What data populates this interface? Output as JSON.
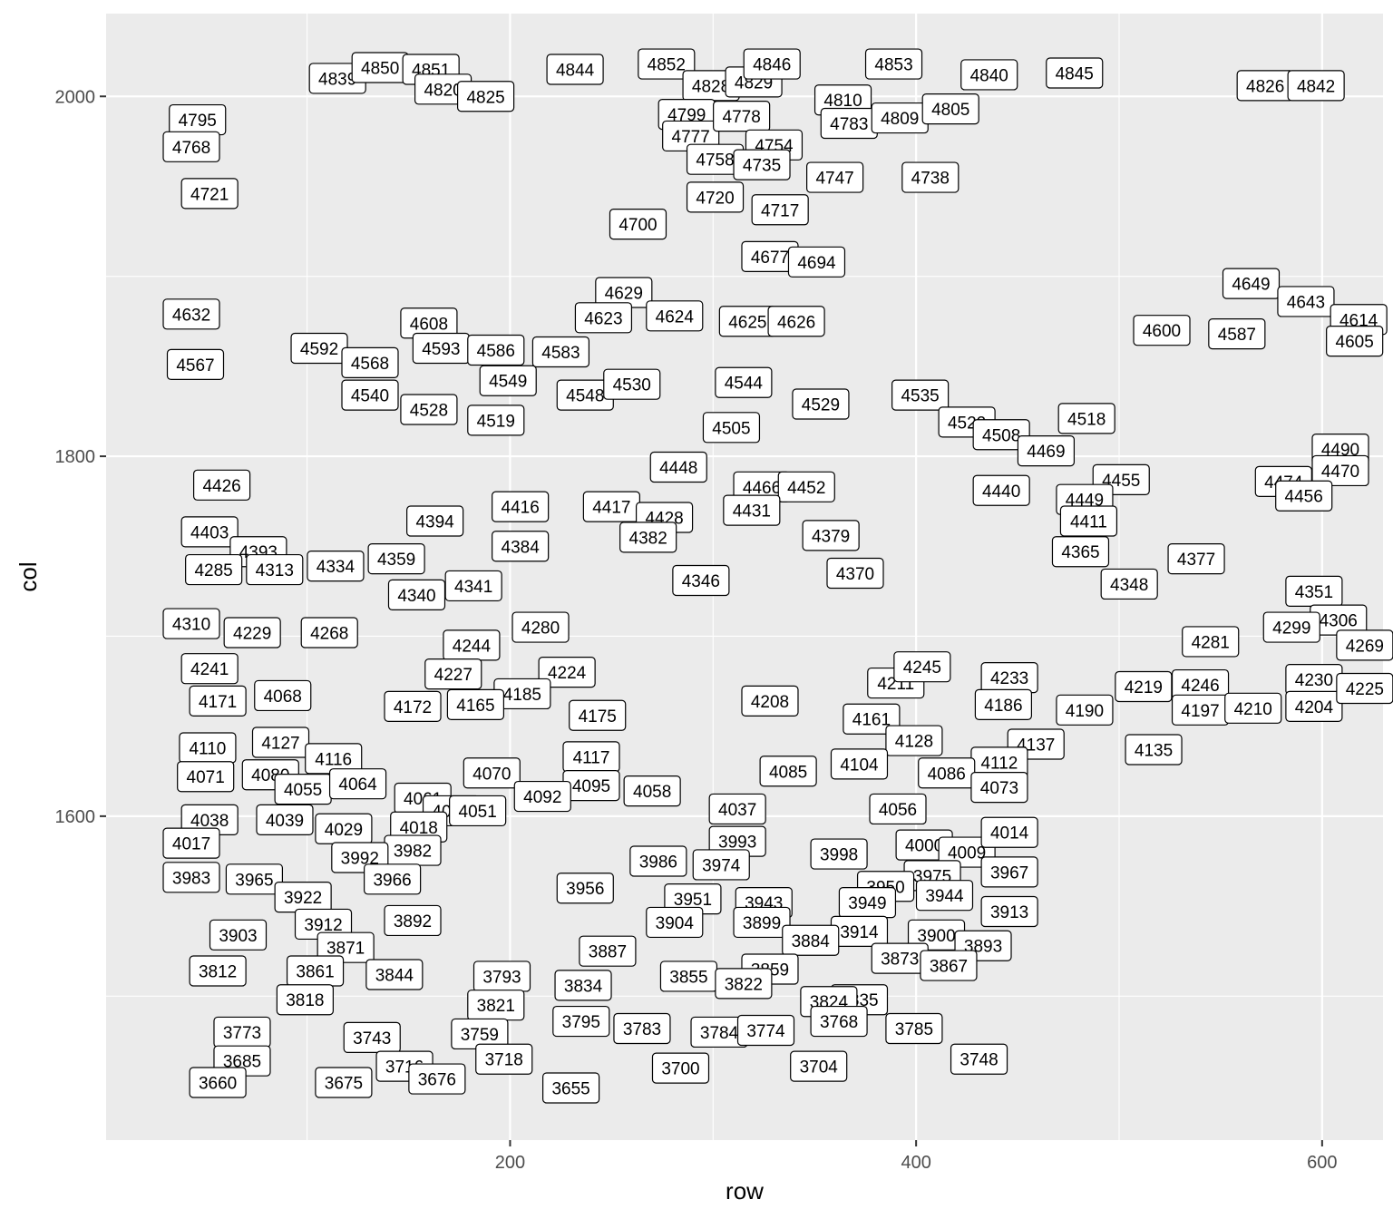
{
  "chart_data": {
    "type": "scatter",
    "xlabel": "row",
    "ylabel": "col",
    "xlim": [
      1,
      630
    ],
    "ylim": [
      1420,
      2046
    ],
    "x_ticks": [
      200,
      400,
      600
    ],
    "y_ticks": [
      1600,
      1800,
      2000
    ],
    "grid": true,
    "colors": {
      "panel_bg": "#ebebeb",
      "grid": "#ffffff",
      "label_bg": "#ffffff",
      "label_border": "#000000"
    },
    "points": [
      {
        "label": "4839",
        "x": 115,
        "y": 2010
      },
      {
        "label": "4850",
        "x": 136,
        "y": 2016
      },
      {
        "label": "4851",
        "x": 161,
        "y": 2015
      },
      {
        "label": "4820",
        "x": 167,
        "y": 2004
      },
      {
        "label": "4825",
        "x": 188,
        "y": 2000
      },
      {
        "label": "4844",
        "x": 232,
        "y": 2015
      },
      {
        "label": "4852",
        "x": 277,
        "y": 2018
      },
      {
        "label": "4828",
        "x": 299,
        "y": 2006
      },
      {
        "label": "4829",
        "x": 320,
        "y": 2008
      },
      {
        "label": "4846",
        "x": 329,
        "y": 2018
      },
      {
        "label": "4853",
        "x": 389,
        "y": 2018
      },
      {
        "label": "4840",
        "x": 436,
        "y": 2012
      },
      {
        "label": "4845",
        "x": 478,
        "y": 2013
      },
      {
        "label": "4826",
        "x": 572,
        "y": 2006
      },
      {
        "label": "4842",
        "x": 597,
        "y": 2006
      },
      {
        "label": "4795",
        "x": 46,
        "y": 1987
      },
      {
        "label": "4768",
        "x": 43,
        "y": 1972
      },
      {
        "label": "4721",
        "x": 52,
        "y": 1946
      },
      {
        "label": "4799",
        "x": 287,
        "y": 1990
      },
      {
        "label": "4777",
        "x": 289,
        "y": 1978
      },
      {
        "label": "4778",
        "x": 314,
        "y": 1989
      },
      {
        "label": "4810",
        "x": 364,
        "y": 1998
      },
      {
        "label": "4783",
        "x": 367,
        "y": 1985
      },
      {
        "label": "4809",
        "x": 392,
        "y": 1988
      },
      {
        "label": "4805",
        "x": 417,
        "y": 1993
      },
      {
        "label": "4758",
        "x": 301,
        "y": 1965
      },
      {
        "label": "4754",
        "x": 330,
        "y": 1973
      },
      {
        "label": "4735",
        "x": 324,
        "y": 1962
      },
      {
        "label": "4747",
        "x": 360,
        "y": 1955
      },
      {
        "label": "4738",
        "x": 407,
        "y": 1955
      },
      {
        "label": "4720",
        "x": 301,
        "y": 1944
      },
      {
        "label": "4717",
        "x": 333,
        "y": 1937
      },
      {
        "label": "4700",
        "x": 263,
        "y": 1929
      },
      {
        "label": "4677",
        "x": 328,
        "y": 1911
      },
      {
        "label": "4694",
        "x": 351,
        "y": 1908
      },
      {
        "label": "4649",
        "x": 565,
        "y": 1896
      },
      {
        "label": "4643",
        "x": 592,
        "y": 1886
      },
      {
        "label": "4614",
        "x": 618,
        "y": 1876
      },
      {
        "label": "4605",
        "x": 616,
        "y": 1864
      },
      {
        "label": "4600",
        "x": 521,
        "y": 1870
      },
      {
        "label": "4587",
        "x": 558,
        "y": 1868
      },
      {
        "label": "4632",
        "x": 43,
        "y": 1879
      },
      {
        "label": "4567",
        "x": 45,
        "y": 1851
      },
      {
        "label": "4592",
        "x": 106,
        "y": 1860
      },
      {
        "label": "4568",
        "x": 131,
        "y": 1852
      },
      {
        "label": "4608",
        "x": 160,
        "y": 1874
      },
      {
        "label": "4593",
        "x": 166,
        "y": 1860
      },
      {
        "label": "4586",
        "x": 193,
        "y": 1859
      },
      {
        "label": "4583",
        "x": 225,
        "y": 1858
      },
      {
        "label": "4540",
        "x": 131,
        "y": 1834
      },
      {
        "label": "4528",
        "x": 160,
        "y": 1826
      },
      {
        "label": "4549",
        "x": 199,
        "y": 1842
      },
      {
        "label": "4519",
        "x": 193,
        "y": 1820
      },
      {
        "label": "4548",
        "x": 237,
        "y": 1834
      },
      {
        "label": "4530",
        "x": 260,
        "y": 1840
      },
      {
        "label": "4629",
        "x": 256,
        "y": 1891
      },
      {
        "label": "4623",
        "x": 246,
        "y": 1877
      },
      {
        "label": "4624",
        "x": 281,
        "y": 1878
      },
      {
        "label": "4625",
        "x": 317,
        "y": 1875
      },
      {
        "label": "4626",
        "x": 341,
        "y": 1875
      },
      {
        "label": "4544",
        "x": 315,
        "y": 1841
      },
      {
        "label": "4529",
        "x": 353,
        "y": 1829
      },
      {
        "label": "4505",
        "x": 309,
        "y": 1816
      },
      {
        "label": "4535",
        "x": 402,
        "y": 1834
      },
      {
        "label": "4522",
        "x": 425,
        "y": 1819
      },
      {
        "label": "4508",
        "x": 442,
        "y": 1812
      },
      {
        "label": "4518",
        "x": 484,
        "y": 1821
      },
      {
        "label": "4469",
        "x": 464,
        "y": 1803
      },
      {
        "label": "4490",
        "x": 609,
        "y": 1804
      },
      {
        "label": "4470",
        "x": 609,
        "y": 1792
      },
      {
        "label": "4474",
        "x": 581,
        "y": 1786
      },
      {
        "label": "4456",
        "x": 591,
        "y": 1778
      },
      {
        "label": "4455",
        "x": 501,
        "y": 1787
      },
      {
        "label": "4449",
        "x": 483,
        "y": 1776
      },
      {
        "label": "4411",
        "x": 485,
        "y": 1764
      },
      {
        "label": "4440",
        "x": 442,
        "y": 1781
      },
      {
        "label": "4448",
        "x": 283,
        "y": 1794
      },
      {
        "label": "4466",
        "x": 324,
        "y": 1783
      },
      {
        "label": "4452",
        "x": 346,
        "y": 1783
      },
      {
        "label": "4431",
        "x": 319,
        "y": 1770
      },
      {
        "label": "4417",
        "x": 250,
        "y": 1772
      },
      {
        "label": "4428",
        "x": 276,
        "y": 1766
      },
      {
        "label": "4382",
        "x": 268,
        "y": 1755
      },
      {
        "label": "4416",
        "x": 205,
        "y": 1772
      },
      {
        "label": "4384",
        "x": 205,
        "y": 1750
      },
      {
        "label": "4394",
        "x": 163,
        "y": 1764
      },
      {
        "label": "4426",
        "x": 58,
        "y": 1784
      },
      {
        "label": "4403",
        "x": 52,
        "y": 1758
      },
      {
        "label": "4393",
        "x": 76,
        "y": 1747
      },
      {
        "label": "4285",
        "x": 54,
        "y": 1737
      },
      {
        "label": "4313",
        "x": 84,
        "y": 1737
      },
      {
        "label": "4334",
        "x": 114,
        "y": 1739
      },
      {
        "label": "4359",
        "x": 144,
        "y": 1743
      },
      {
        "label": "4379",
        "x": 358,
        "y": 1756
      },
      {
        "label": "4370",
        "x": 370,
        "y": 1735
      },
      {
        "label": "4365",
        "x": 481,
        "y": 1747
      },
      {
        "label": "4377",
        "x": 538,
        "y": 1743
      },
      {
        "label": "4348",
        "x": 505,
        "y": 1729
      },
      {
        "label": "4346",
        "x": 294,
        "y": 1731
      },
      {
        "label": "4341",
        "x": 182,
        "y": 1728
      },
      {
        "label": "4340",
        "x": 154,
        "y": 1723
      },
      {
        "label": "4310",
        "x": 43,
        "y": 1707
      },
      {
        "label": "4229",
        "x": 73,
        "y": 1702
      },
      {
        "label": "4268",
        "x": 111,
        "y": 1702
      },
      {
        "label": "4280",
        "x": 215,
        "y": 1705
      },
      {
        "label": "4244",
        "x": 181,
        "y": 1695
      },
      {
        "label": "4227",
        "x": 172,
        "y": 1679
      },
      {
        "label": "4224",
        "x": 228,
        "y": 1680
      },
      {
        "label": "4185",
        "x": 206,
        "y": 1668
      },
      {
        "label": "4241",
        "x": 52,
        "y": 1682
      },
      {
        "label": "4171",
        "x": 56,
        "y": 1664
      },
      {
        "label": "4068",
        "x": 88,
        "y": 1667
      },
      {
        "label": "4172",
        "x": 152,
        "y": 1661
      },
      {
        "label": "4165",
        "x": 183,
        "y": 1662
      },
      {
        "label": "4175",
        "x": 243,
        "y": 1656
      },
      {
        "label": "4208",
        "x": 328,
        "y": 1664
      },
      {
        "label": "4211",
        "x": 390,
        "y": 1674
      },
      {
        "label": "4245",
        "x": 403,
        "y": 1683
      },
      {
        "label": "4233",
        "x": 446,
        "y": 1677
      },
      {
        "label": "4186",
        "x": 443,
        "y": 1662
      },
      {
        "label": "4190",
        "x": 483,
        "y": 1659
      },
      {
        "label": "4219",
        "x": 512,
        "y": 1672
      },
      {
        "label": "4246",
        "x": 540,
        "y": 1673
      },
      {
        "label": "4197",
        "x": 540,
        "y": 1659
      },
      {
        "label": "4210",
        "x": 566,
        "y": 1660
      },
      {
        "label": "4230",
        "x": 596,
        "y": 1676
      },
      {
        "label": "4204",
        "x": 596,
        "y": 1661
      },
      {
        "label": "4225",
        "x": 621,
        "y": 1671
      },
      {
        "label": "4351",
        "x": 596,
        "y": 1725
      },
      {
        "label": "4306",
        "x": 608,
        "y": 1709
      },
      {
        "label": "4269",
        "x": 621,
        "y": 1695
      },
      {
        "label": "4299",
        "x": 585,
        "y": 1705
      },
      {
        "label": "4281",
        "x": 545,
        "y": 1697
      },
      {
        "label": "4135",
        "x": 517,
        "y": 1637
      },
      {
        "label": "4161",
        "x": 378,
        "y": 1654
      },
      {
        "label": "4137",
        "x": 459,
        "y": 1640
      },
      {
        "label": "4128",
        "x": 399,
        "y": 1642
      },
      {
        "label": "4112",
        "x": 441,
        "y": 1630
      },
      {
        "label": "4104",
        "x": 372,
        "y": 1629
      },
      {
        "label": "4086",
        "x": 415,
        "y": 1624
      },
      {
        "label": "4073",
        "x": 441,
        "y": 1616
      },
      {
        "label": "4085",
        "x": 337,
        "y": 1625
      },
      {
        "label": "4127",
        "x": 87,
        "y": 1641
      },
      {
        "label": "4110",
        "x": 51,
        "y": 1638
      },
      {
        "label": "4116",
        "x": 113,
        "y": 1632
      },
      {
        "label": "4071",
        "x": 50,
        "y": 1622
      },
      {
        "label": "4080",
        "x": 82,
        "y": 1623
      },
      {
        "label": "4055",
        "x": 98,
        "y": 1615
      },
      {
        "label": "4064",
        "x": 125,
        "y": 1618
      },
      {
        "label": "4117",
        "x": 240,
        "y": 1633
      },
      {
        "label": "4070",
        "x": 191,
        "y": 1624
      },
      {
        "label": "4095",
        "x": 240,
        "y": 1617
      },
      {
        "label": "4092",
        "x": 216,
        "y": 1611
      },
      {
        "label": "4058",
        "x": 270,
        "y": 1614
      },
      {
        "label": "4037",
        "x": 312,
        "y": 1604
      },
      {
        "label": "4061",
        "x": 157,
        "y": 1610
      },
      {
        "label": "4045",
        "x": 171,
        "y": 1603
      },
      {
        "label": "4051",
        "x": 184,
        "y": 1603
      },
      {
        "label": "4038",
        "x": 52,
        "y": 1598
      },
      {
        "label": "4039",
        "x": 89,
        "y": 1598
      },
      {
        "label": "4029",
        "x": 118,
        "y": 1593
      },
      {
        "label": "4018",
        "x": 155,
        "y": 1594
      },
      {
        "label": "4056",
        "x": 391,
        "y": 1604
      },
      {
        "label": "4000",
        "x": 404,
        "y": 1584
      },
      {
        "label": "4009",
        "x": 425,
        "y": 1580
      },
      {
        "label": "4014",
        "x": 446,
        "y": 1591
      },
      {
        "label": "4017",
        "x": 43,
        "y": 1585
      },
      {
        "label": "3993",
        "x": 312,
        "y": 1586
      },
      {
        "label": "3982",
        "x": 152,
        "y": 1581
      },
      {
        "label": "3992",
        "x": 126,
        "y": 1577
      },
      {
        "label": "3974",
        "x": 304,
        "y": 1573
      },
      {
        "label": "3986",
        "x": 273,
        "y": 1575
      },
      {
        "label": "3998",
        "x": 362,
        "y": 1579
      },
      {
        "label": "3967",
        "x": 446,
        "y": 1569
      },
      {
        "label": "3975",
        "x": 408,
        "y": 1567
      },
      {
        "label": "3983",
        "x": 43,
        "y": 1566
      },
      {
        "label": "3965",
        "x": 74,
        "y": 1565
      },
      {
        "label": "3966",
        "x": 142,
        "y": 1565
      },
      {
        "label": "3956",
        "x": 237,
        "y": 1560
      },
      {
        "label": "3950",
        "x": 385,
        "y": 1561
      },
      {
        "label": "3944",
        "x": 414,
        "y": 1556
      },
      {
        "label": "3949",
        "x": 376,
        "y": 1552
      },
      {
        "label": "3943",
        "x": 325,
        "y": 1552
      },
      {
        "label": "3951",
        "x": 290,
        "y": 1554
      },
      {
        "label": "3922",
        "x": 98,
        "y": 1555
      },
      {
        "label": "3913",
        "x": 446,
        "y": 1547
      },
      {
        "label": "3899",
        "x": 324,
        "y": 1541
      },
      {
        "label": "3904",
        "x": 281,
        "y": 1541
      },
      {
        "label": "3914",
        "x": 372,
        "y": 1536
      },
      {
        "label": "3884",
        "x": 348,
        "y": 1531
      },
      {
        "label": "3900",
        "x": 410,
        "y": 1534
      },
      {
        "label": "3893",
        "x": 433,
        "y": 1528
      },
      {
        "label": "3912",
        "x": 108,
        "y": 1540
      },
      {
        "label": "3892",
        "x": 152,
        "y": 1542
      },
      {
        "label": "3903",
        "x": 66,
        "y": 1534
      },
      {
        "label": "3871",
        "x": 119,
        "y": 1527
      },
      {
        "label": "3887",
        "x": 248,
        "y": 1525
      },
      {
        "label": "3873",
        "x": 392,
        "y": 1521
      },
      {
        "label": "3867",
        "x": 416,
        "y": 1517
      },
      {
        "label": "3859",
        "x": 328,
        "y": 1515
      },
      {
        "label": "3861",
        "x": 104,
        "y": 1514
      },
      {
        "label": "3812",
        "x": 56,
        "y": 1514
      },
      {
        "label": "3844",
        "x": 143,
        "y": 1512
      },
      {
        "label": "3793",
        "x": 196,
        "y": 1511
      },
      {
        "label": "3834",
        "x": 236,
        "y": 1506
      },
      {
        "label": "3855",
        "x": 288,
        "y": 1511
      },
      {
        "label": "3822",
        "x": 315,
        "y": 1507
      },
      {
        "label": "3818",
        "x": 99,
        "y": 1498
      },
      {
        "label": "3821",
        "x": 193,
        "y": 1495
      },
      {
        "label": "3835",
        "x": 372,
        "y": 1498
      },
      {
        "label": "3824",
        "x": 357,
        "y": 1497
      },
      {
        "label": "3768",
        "x": 362,
        "y": 1486
      },
      {
        "label": "3785",
        "x": 399,
        "y": 1482
      },
      {
        "label": "3773",
        "x": 68,
        "y": 1480
      },
      {
        "label": "3743",
        "x": 132,
        "y": 1477
      },
      {
        "label": "3783",
        "x": 265,
        "y": 1482
      },
      {
        "label": "3784",
        "x": 303,
        "y": 1480
      },
      {
        "label": "3774",
        "x": 326,
        "y": 1481
      },
      {
        "label": "3795",
        "x": 235,
        "y": 1486
      },
      {
        "label": "3759",
        "x": 185,
        "y": 1479
      },
      {
        "label": "3685",
        "x": 68,
        "y": 1464
      },
      {
        "label": "3718",
        "x": 197,
        "y": 1465
      },
      {
        "label": "3748",
        "x": 431,
        "y": 1465
      },
      {
        "label": "3704",
        "x": 352,
        "y": 1461
      },
      {
        "label": "3700",
        "x": 284,
        "y": 1460
      },
      {
        "label": "3716",
        "x": 148,
        "y": 1461
      },
      {
        "label": "3676",
        "x": 164,
        "y": 1454
      },
      {
        "label": "3675",
        "x": 118,
        "y": 1452
      },
      {
        "label": "3660",
        "x": 56,
        "y": 1452
      },
      {
        "label": "3655",
        "x": 230,
        "y": 1449
      }
    ]
  }
}
